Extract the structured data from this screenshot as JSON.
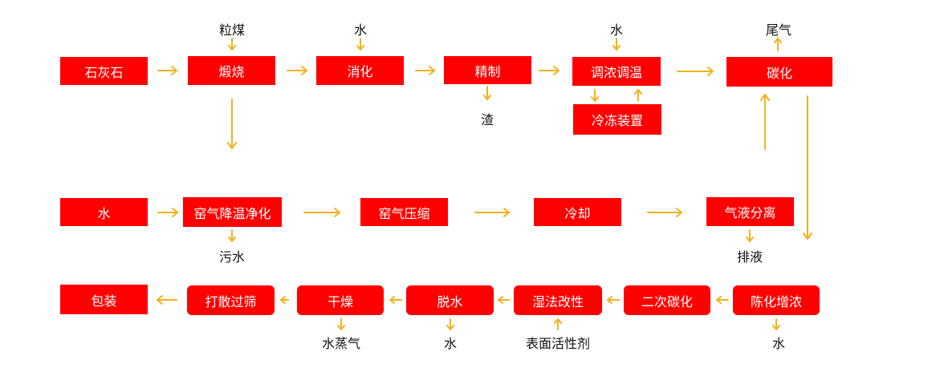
{
  "colors": {
    "box": "#fe0000",
    "box_text": "#ffffff",
    "arrow": "#f2b21c",
    "label": "#111111"
  },
  "row1": {
    "limestone": "石灰石",
    "calcination": "煅烧",
    "slaking": "消化",
    "refining": "精制",
    "adjust": "调浓调温",
    "freezer": "冷冻装置",
    "carbonation": "碳化"
  },
  "row2": {
    "water": "水",
    "kiln_gas_cool": "窑气降温净化",
    "kiln_gas_compress": "窑气压缩",
    "cooling": "冷却",
    "gas_liquid_sep": "气液分离"
  },
  "row3": {
    "packaging": "包装",
    "break_sieve": "打散过筛",
    "drying": "干燥",
    "dewatering": "脱水",
    "wet_modify": "湿法改性",
    "second_carbonation": "二次碳化",
    "aging_thicken": "陈化增浓"
  },
  "labels": {
    "granular_coal": "粒煤",
    "water_slaking": "水",
    "residue": "渣",
    "water_adjust": "水",
    "tail_gas": "尾气",
    "waste_water": "污水",
    "drain_liquid": "排液",
    "steam": "水蒸气",
    "water_dewater": "水",
    "surfactant": "表面活性剂",
    "water_aging": "水"
  }
}
